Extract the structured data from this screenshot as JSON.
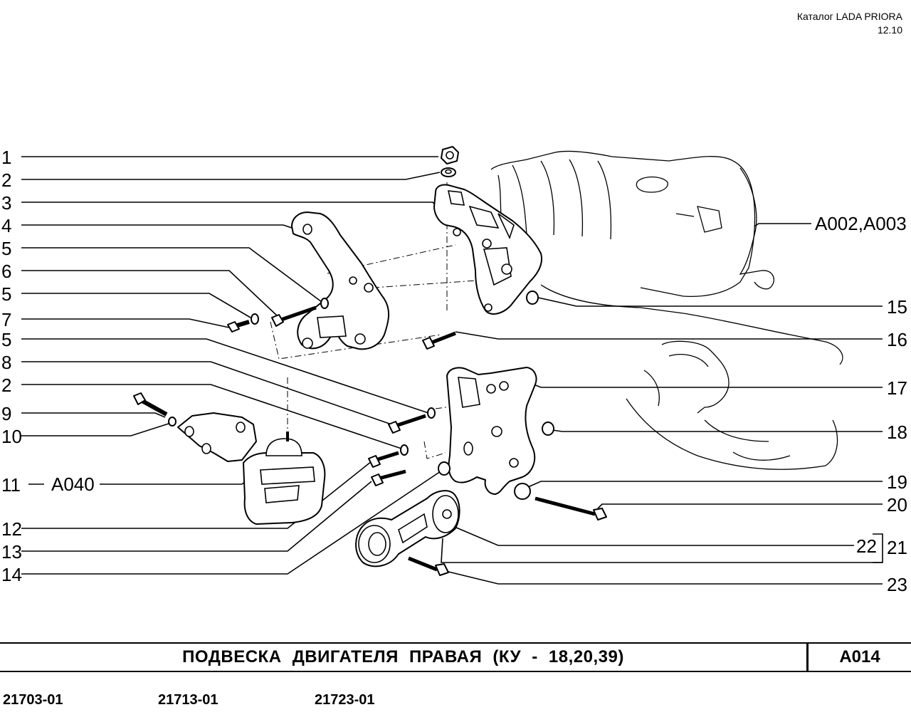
{
  "header": {
    "catalog": "Каталог  LADA  PRIORA",
    "date": "12.10"
  },
  "callouts_left": [
    "1",
    "2",
    "3",
    "4",
    "5",
    "6",
    "5",
    "7",
    "5",
    "8",
    "2",
    "9",
    "10",
    "11",
    "12",
    "13",
    "14"
  ],
  "callout_11_ref": "A040",
  "callouts_right": [
    "15",
    "16",
    "17",
    "18",
    "19",
    "20",
    "21",
    "22",
    "23"
  ],
  "engine_ref": "A002,A003",
  "title": "ПОДВЕСКА   ДВИГАТЕЛЯ   ПРАВАЯ  (КУ - 18,20,39)",
  "code": "A014",
  "models": [
    "21703-01",
    "21713-01",
    "21723-01"
  ]
}
